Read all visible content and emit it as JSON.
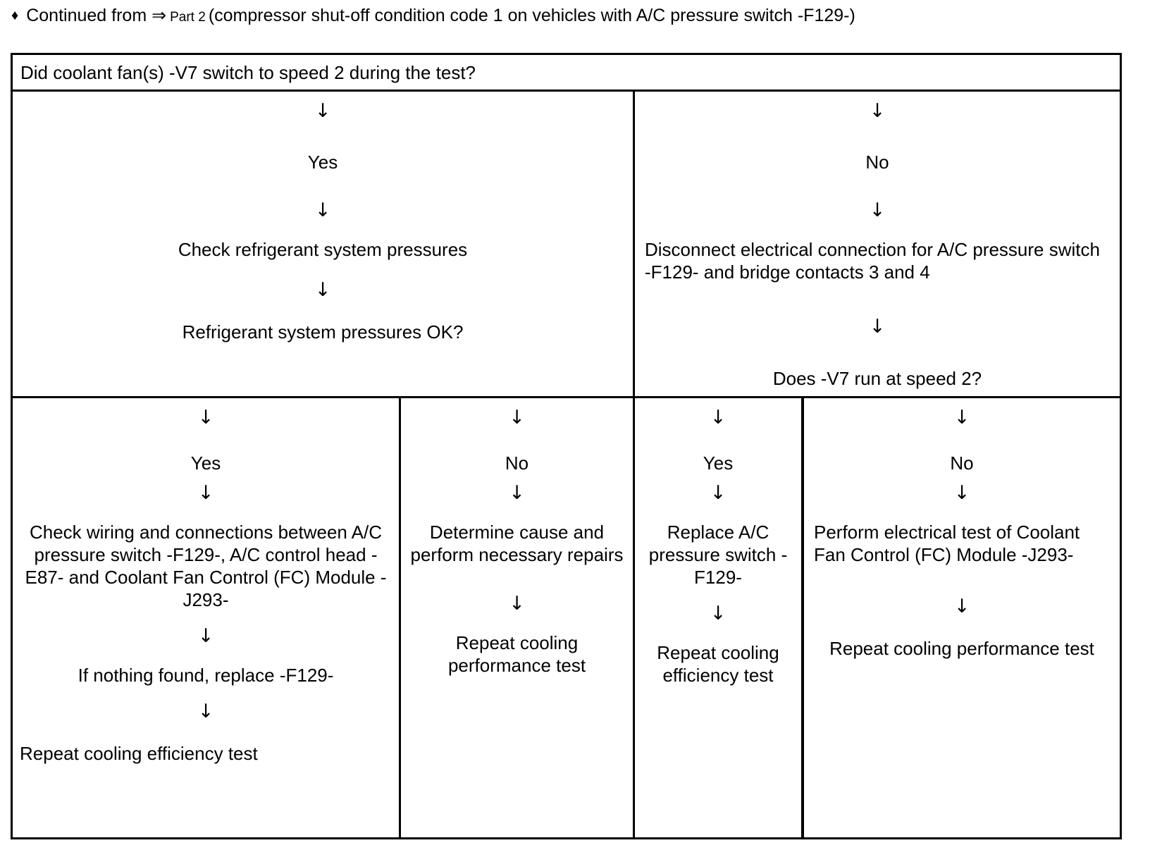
{
  "note": {
    "bullet": "♦",
    "text_before": "Continued from",
    "arrow": "⇒",
    "reference": "Part 2",
    "text_after": "(compressor shut-off condition code 1 on vehicles with A/C pressure switch -F129-)"
  },
  "glyphs": {
    "down_arrow": "↓"
  },
  "flow": {
    "question": "Did coolant fan(s) -V7 switch to speed 2 during the test?",
    "branches": {
      "yes_branch": {
        "label": "Yes",
        "step_1": "Check refrigerant system pressures",
        "question_2": "Refrigerant system pressures OK?"
      },
      "no_branch": {
        "label": "No",
        "step_1": "Disconnect electrical connection for A/C pressure switch -F129- and bridge contacts 3 and 4",
        "question_2": "Does -V7 run at speed 2?"
      }
    },
    "outcomes": [
      {
        "label": "Yes",
        "action_1": "Check wiring and connections between A/C pressure switch -F129-, A/C control head -E87- and Coolant Fan Control (FC) Module -J293-",
        "action_2": "If nothing found, replace -F129-",
        "action_3": "Repeat cooling efficiency test"
      },
      {
        "label": "No",
        "action_1": "Determine cause and perform necessary repairs",
        "action_2": "Repeat cooling performance test"
      },
      {
        "label": "Yes",
        "action_1": "Replace A/C pressure switch -F129-",
        "action_2": "Repeat cooling efficiency test"
      },
      {
        "label": "No",
        "action_1": "Perform electrical test of Coolant Fan Control (FC) Module -J293-",
        "action_2": "Repeat cooling performance test"
      }
    ]
  },
  "colors": {
    "ink": "#000000",
    "paper": "#ffffff"
  }
}
